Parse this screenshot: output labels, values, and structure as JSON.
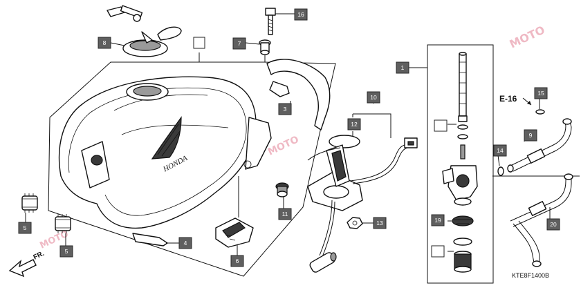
{
  "callouts": [
    {
      "id": "c1",
      "label": "1"
    },
    {
      "id": "c3",
      "label": "3"
    },
    {
      "id": "c4",
      "label": "4"
    },
    {
      "id": "c5a",
      "label": "5"
    },
    {
      "id": "c5b",
      "label": "5"
    },
    {
      "id": "c6",
      "label": "6"
    },
    {
      "id": "c7",
      "label": "7"
    },
    {
      "id": "c8",
      "label": "8"
    },
    {
      "id": "c9",
      "label": "9"
    },
    {
      "id": "c10",
      "label": "10"
    },
    {
      "id": "c11",
      "label": "11"
    },
    {
      "id": "c12",
      "label": "12"
    },
    {
      "id": "c13",
      "label": "13"
    },
    {
      "id": "c14",
      "label": "14"
    },
    {
      "id": "c15",
      "label": "15"
    },
    {
      "id": "c16",
      "label": "16"
    },
    {
      "id": "c19",
      "label": "19"
    },
    {
      "id": "c20",
      "label": "20"
    }
  ],
  "reference_label": "E-16",
  "diagram_code": "KTE8F1400B",
  "front_arrow_label": "FR.",
  "tank_brand": "HONDA",
  "watermark_text": "MOTO",
  "colors": {
    "callout_fill": "#5f5f5f",
    "callout_text": "#ffffff",
    "line": "#111111",
    "watermark": "#d23a5a"
  }
}
